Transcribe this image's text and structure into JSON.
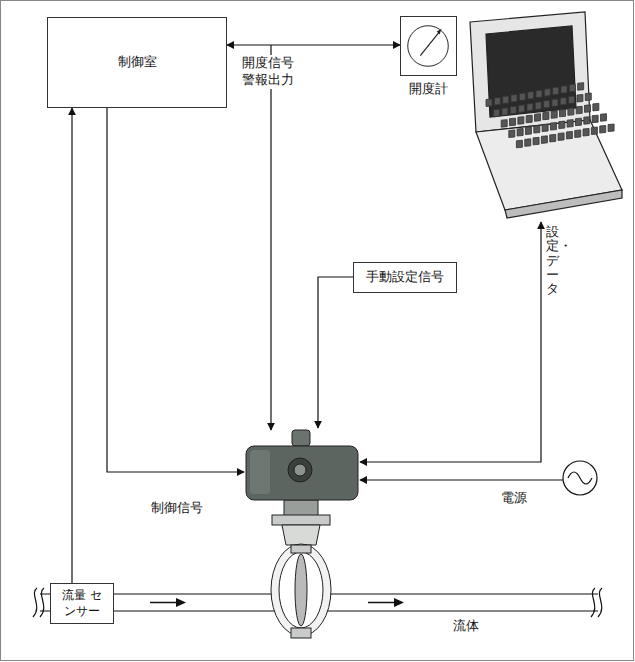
{
  "diagram": {
    "nodes": [
      {
        "text": [
          "制御室"
        ]
      },
      {
        "text": [
          "開度計"
        ]
      },
      {
        "text": [
          "手動設定信号"
        ]
      },
      {
        "text": [
          "流量 センサー"
        ]
      }
    ],
    "edges": [
      {
        "from": 3,
        "to": 0,
        "arrow": "to"
      },
      {
        "from": 0,
        "to": 1,
        "arrow": "both",
        "label": "開度信号 警報出力"
      }
    ],
    "labels": [
      "設定・データ",
      "制御信号",
      "電源",
      "流体"
    ]
  }
}
